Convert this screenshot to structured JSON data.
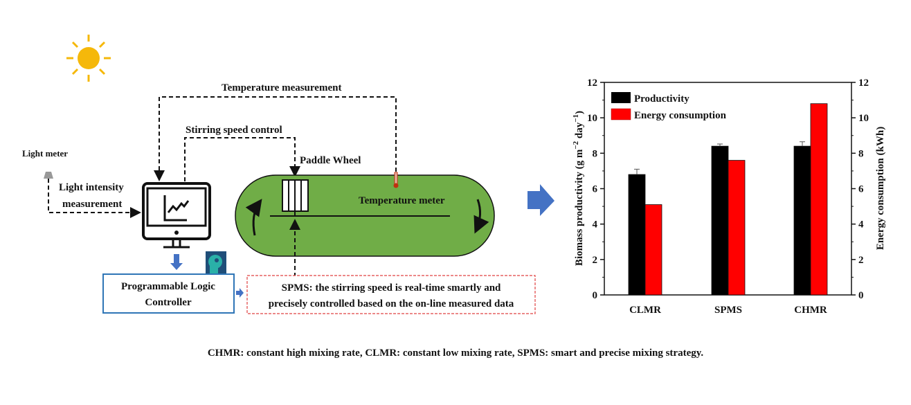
{
  "diagram": {
    "light_meter": "Light meter",
    "light_intensity_1": "Light intensity",
    "light_intensity_2": "measurement",
    "temperature_measurement": "Temperature measurement",
    "stirring_speed_control": "Stirring speed control",
    "paddle_wheel": "Paddle Wheel",
    "temperature_meter": "Temperature meter",
    "plc_1": "Programmable Logic",
    "plc_2": "Controller",
    "spms_1": "SPMS: the stirring speed is real-time smartly and",
    "spms_2": "precisely controlled based on the on-line measured data",
    "caption": "CHMR: constant high mixing rate, CLMR: constant low mixing rate, SPMS: smart and precise mixing strategy.",
    "colors": {
      "sun": "#F5B80A",
      "pond": "#70AD47",
      "arrow": "#4472C4",
      "plc_border": "#2E75B6",
      "spms_border": "#E04040"
    }
  },
  "chart_data": {
    "type": "bar",
    "categories": [
      "CLMR",
      "SPMS",
      "CHMR"
    ],
    "series": [
      {
        "name": "Productivity",
        "axis": "left",
        "color": "#000000",
        "values": [
          6.8,
          8.4,
          8.4
        ],
        "error": [
          0.3,
          0.12,
          0.25
        ]
      },
      {
        "name": "Energy consumption",
        "axis": "right",
        "color": "#FF0000",
        "values": [
          5.1,
          7.6,
          10.8
        ]
      }
    ],
    "ylabel": "Biomass productivity (g m−2 day−1)",
    "ylabel_parts": {
      "main": "Biomass productivity (g m",
      "exp1": "−2",
      "mid": " day",
      "exp2": "−1",
      "end": ")"
    },
    "y2label": "Energy consumption (kWh)",
    "ylim": [
      0,
      12
    ],
    "y2lim": [
      0,
      12
    ],
    "yticks": [
      "0",
      "2",
      "4",
      "6",
      "8",
      "10",
      "12"
    ],
    "legend": "top-left"
  }
}
